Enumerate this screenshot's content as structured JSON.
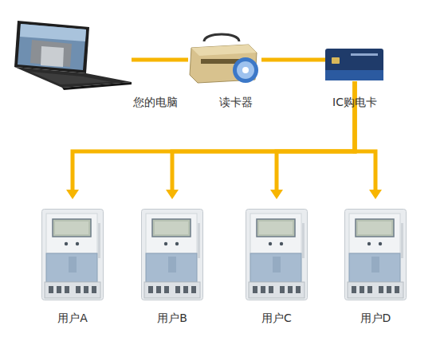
{
  "diagram": {
    "nodes": [
      {
        "text": [
          "您的电脑"
        ]
      },
      {
        "text": [
          "读卡器"
        ]
      },
      {
        "text": [
          "IC购电卡"
        ]
      },
      {
        "text": [
          "用户A"
        ]
      },
      {
        "text": [
          "用户B"
        ]
      },
      {
        "text": [
          "用户C"
        ]
      },
      {
        "text": [
          "用户D"
        ]
      }
    ],
    "edges": [
      {
        "from": 0,
        "to": 1,
        "arrow": "none"
      },
      {
        "from": 1,
        "to": 2,
        "arrow": "none"
      },
      {
        "from": 2,
        "to": 3,
        "arrow": "to"
      },
      {
        "from": 2,
        "to": 4,
        "arrow": "to"
      },
      {
        "from": 2,
        "to": 5,
        "arrow": "to"
      },
      {
        "from": 2,
        "to": 6,
        "arrow": "to"
      }
    ]
  }
}
